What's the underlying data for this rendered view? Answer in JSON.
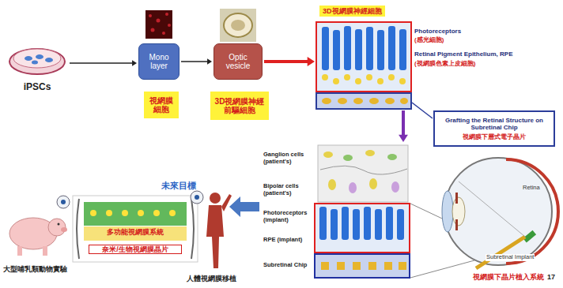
{
  "diagram": {
    "nodes": [
      {
        "text": [
          "iPSCs"
        ]
      },
      {
        "text": [
          "Mono layer"
        ]
      },
      {
        "text": [
          "視網膜細胞"
        ]
      },
      {
        "text": [
          "Optic vesicle"
        ]
      },
      {
        "text": [
          "3D視網膜神經前驅細胞"
        ]
      },
      {
        "text": [
          "3D視網膜神經細胞"
        ]
      },
      {
        "text": [
          "Grafting the Retinal Structure on Subretinal Chip",
          "視網膜下層式電子晶片"
        ]
      },
      {
        "text": [
          "Ganglion cells (patient's)",
          "Bipolar cells (patient's)",
          "Photoreceptors (implant)",
          "RPE (implant)",
          "Subretinal Chip"
        ]
      },
      {
        "text": [
          "Retina",
          "Subretinal Implant"
        ]
      },
      {
        "text": [
          "未來目標",
          "多功能視網膜系統",
          "奈米/生物視網膜晶片"
        ]
      }
    ],
    "edges": [
      {
        "from": 0,
        "to": 1,
        "arrow": "to"
      },
      {
        "from": 1,
        "to": 3,
        "arrow": "to"
      },
      {
        "from": 3,
        "to": 5,
        "arrow": "to"
      },
      {
        "from": 5,
        "to": 7,
        "arrow": "to"
      }
    ],
    "labels": [
      "Photoreceptors",
      "(感光細胞)",
      "Retinal Pigment Epithelium, RPE",
      "(視網膜色素上皮細胞)",
      "視網膜下晶片植入系統",
      "大型哺乳類動物實驗",
      "人體視網膜移植",
      "17"
    ]
  }
}
